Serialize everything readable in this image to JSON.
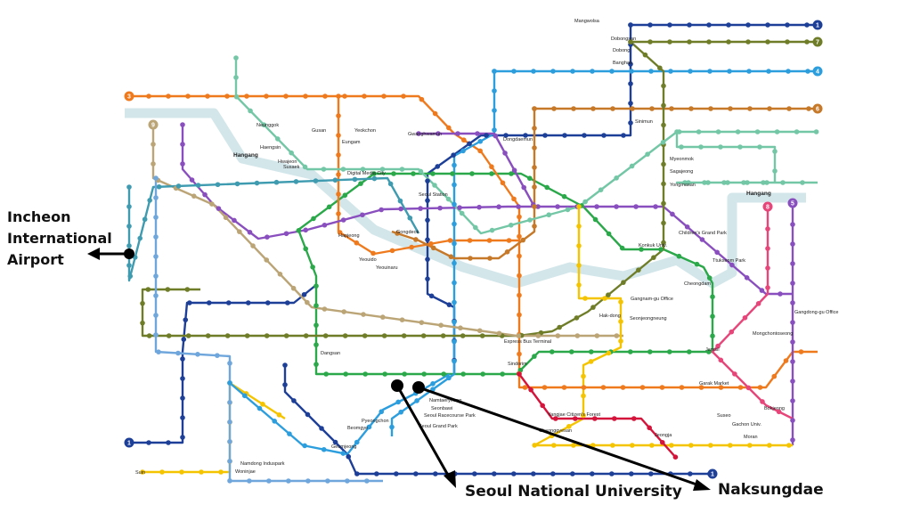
{
  "annotations": {
    "airport": [
      "Incheon",
      "International",
      "Airport"
    ],
    "snu": "Seoul National University",
    "naksungdae": "Naksungdae"
  },
  "river_label": "Hangang",
  "line_badges": [
    "1",
    "7",
    "4",
    "6",
    "8",
    "5",
    "9",
    "3",
    "1",
    "1"
  ],
  "colors": {
    "line1": "#1d3f97",
    "line2": "#2aa84a",
    "line3": "#ef7a1e",
    "line4": "#2c9ede",
    "line5": "#8a4fbe",
    "line6": "#c7792a",
    "line7": "#6f7d28",
    "line8": "#e6467a",
    "line9": "#bba476",
    "bundang": "#f5c400",
    "airport": "#3e9bb0",
    "gyeongui": "#73c7a6",
    "shinbundang": "#d4143b",
    "incheon1": "#6fa6dc",
    "river": "#d3e6ea"
  },
  "stations": [
    "Neunggok",
    "Haengsin",
    "Hwajeon",
    "Susaek",
    "Eungam",
    "Yeokchon",
    "Gusan",
    "Digital Media City",
    "Seoul Station",
    "Gongdeok",
    "Hapjeong",
    "Yeouido",
    "Yeouinaru",
    "Gwanghwamun",
    "Dongdaemun",
    "Express Bus Terminal",
    "Konkuk Univ.",
    "Children's Grand Park",
    "Ttukseom Park",
    "Cheongdam",
    "Gangnam-gu Office",
    "Hak-dong",
    "Seonjeongneung",
    "Gangdong-gu Office",
    "Mongchontoseong",
    "Myeonmok",
    "Sagajeong",
    "Yongmasan",
    "Sinimun",
    "Seoul Racecourse Park",
    "Seoul Grand Park",
    "Seonbawi",
    "Namtaeryeong",
    "Beomgye",
    "Pyeongchon",
    "Geumjeong",
    "Namdong Induspark",
    "Woninjae",
    "Suin",
    "Mangwolsa",
    "Dobongsan",
    "Dobong",
    "Banghak",
    "Jamsil",
    "Suseo",
    "Bokjeong",
    "Gachon Univ.",
    "Moran",
    "Garak Market",
    "Yangjae Citizen's Forest",
    "Cheonggyesan",
    "Jeongja",
    "Sindorim",
    "Dangsan"
  ]
}
